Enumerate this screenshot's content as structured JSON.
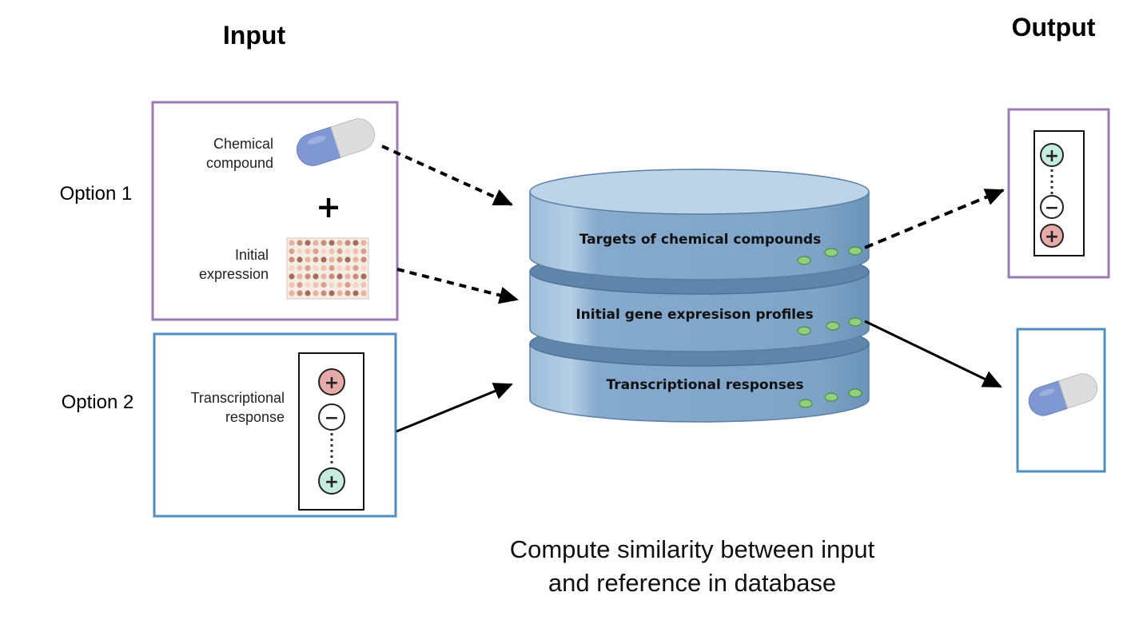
{
  "headings": {
    "input": "Input",
    "output": "Output"
  },
  "options": {
    "option1": "Option 1",
    "option2": "Option 2"
  },
  "input_box1": {
    "chemical_line1": "Chemical",
    "chemical_line2": "compound",
    "plus_sign": "+",
    "initial_line1": "Initial",
    "initial_line2": "expression"
  },
  "input_box2": {
    "transcriptional_line1": "Transcriptional",
    "transcriptional_line2": "response"
  },
  "database": {
    "layer1": "Targets of chemical compounds",
    "layer2": "Initial gene expresison profiles",
    "layer3": "Transcriptional responses"
  },
  "signs": {
    "plus": "+",
    "minus": "−"
  },
  "caption": {
    "line1": "Compute similarity between input",
    "line2": "and reference in database"
  },
  "colors": {
    "purple_box": "#9b7ab5",
    "blue_box": "#4f8ec0",
    "db_side": "#7fa6c9",
    "db_top": "#bcd3e8",
    "led": "#8fd07e",
    "pill_blue": "#7f98d4",
    "pill_gray": "#d9d9d9",
    "plus_green": "#c6ecdf",
    "plus_red": "#e8a9a9"
  },
  "icons": [
    "pill-icon",
    "expression-grid-icon",
    "plus-sign-icon",
    "minus-sign-icon",
    "arrow-icon"
  ]
}
